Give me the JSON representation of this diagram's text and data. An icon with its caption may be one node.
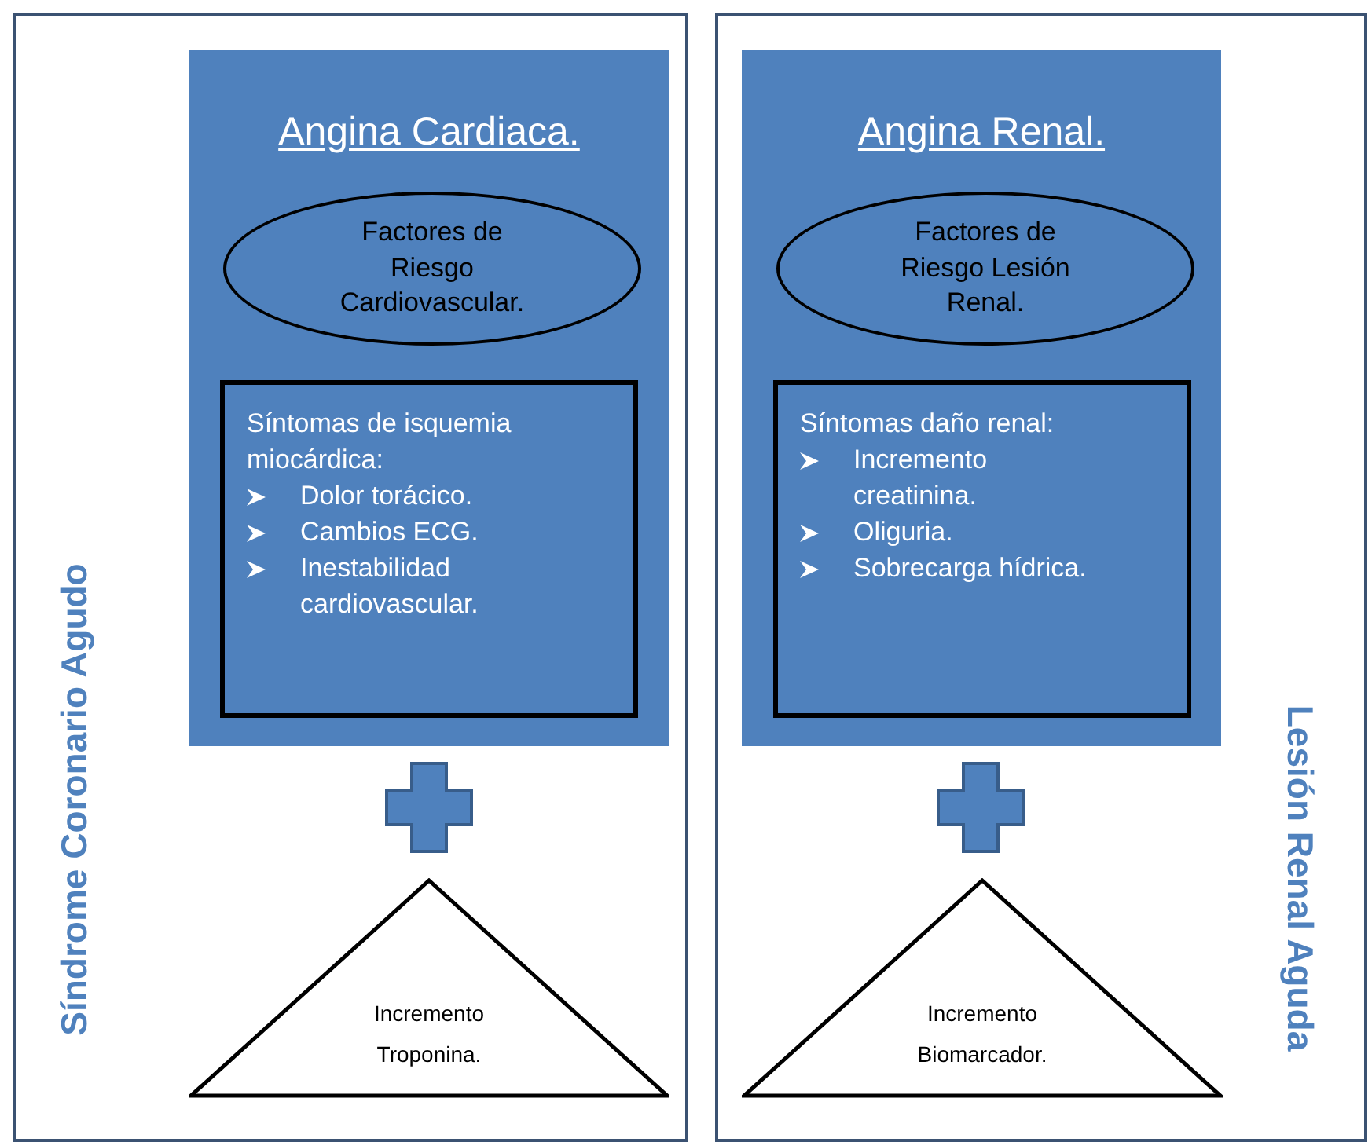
{
  "diagram": {
    "nodes": [
      {
        "text": [
          "Síndrome Coronario Agudo"
        ]
      },
      {
        "text": [
          "Angina Cardiaca."
        ],
        "in": 0
      },
      {
        "text": [
          "Factores de Riesgo Cardiovascular."
        ],
        "in": 1
      },
      {
        "text": [
          "Síntomas de isquemia miocárdica:",
          "Dolor torácico.",
          "Cambios ECG.",
          "Inestabilidad cardiovascular."
        ],
        "in": 1
      },
      {
        "text": [],
        "shape": "cross",
        "in": 0
      },
      {
        "text": [
          "Incremento Troponina."
        ],
        "in": 0
      },
      {
        "text": [
          "Lesión Renal Aguda"
        ]
      },
      {
        "text": [
          "Angina Renal."
        ],
        "in": 6
      },
      {
        "text": [
          "Factores de Riesgo Lesión Renal."
        ],
        "in": 7
      },
      {
        "text": [
          "Síntomas daño renal:",
          "Incremento creatinina.",
          "Oliguria.",
          "Sobrecarga hídrica."
        ],
        "in": 7
      },
      {
        "text": [],
        "shape": "cross",
        "in": 6
      },
      {
        "text": [
          "Incremento Biomarcador."
        ],
        "in": 6
      }
    ]
  }
}
